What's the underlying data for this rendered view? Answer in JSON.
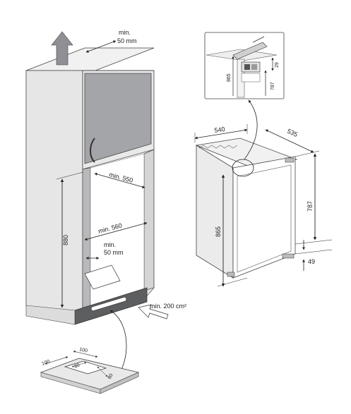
{
  "labels": {
    "min_50_top_a": "min.",
    "min_50_top_b": "50 mm",
    "min_550": "min. 550",
    "min_560": "min. 560",
    "min_50_bottom_a": "min.",
    "min_50_bottom_b": "50 mm",
    "min_200": "min. 200 cm²",
    "h_880": "880",
    "w_540": "540",
    "d_535": "535",
    "h_865_main": "865",
    "h_787_main": "787",
    "h_49": "49",
    "detail_865": "865",
    "detail_787": "787",
    "detail_29": "29",
    "vent_100_a": "100",
    "vent_100_b": "100",
    "vent_80_a": "80",
    "vent_80_b": "80"
  },
  "colors": {
    "cabinet_face": "#a3a5a8",
    "cabinet_side": "#e6e6e7",
    "cabinet_top": "#f1f1f2",
    "plinth": "#5d5e60",
    "line": "#222222"
  }
}
